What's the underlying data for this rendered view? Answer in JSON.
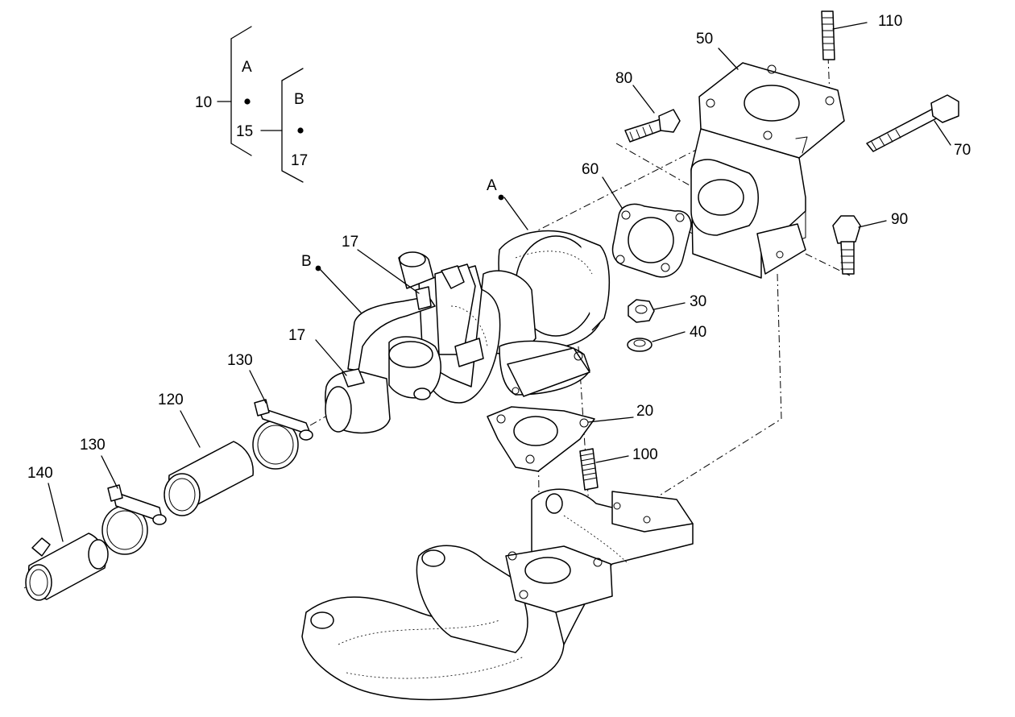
{
  "legend": {
    "group_a_letter": "A",
    "group_a_number": "10",
    "group_b_letter": "B",
    "group_b_from": "15",
    "group_b_to": "17"
  },
  "callouts": {
    "p10": "10",
    "p15": "15",
    "p17_top": "17",
    "p17_mid": "17",
    "p17_left": "17",
    "p20": "20",
    "p30": "30",
    "p40": "40",
    "p50": "50",
    "p60": "60",
    "p70": "70",
    "p80": "80",
    "p90": "90",
    "p100": "100",
    "p110": "110",
    "p120": "120",
    "p130_upper": "130",
    "p130_lower": "130",
    "p140": "140",
    "ref_a": "A",
    "ref_b": "B"
  }
}
